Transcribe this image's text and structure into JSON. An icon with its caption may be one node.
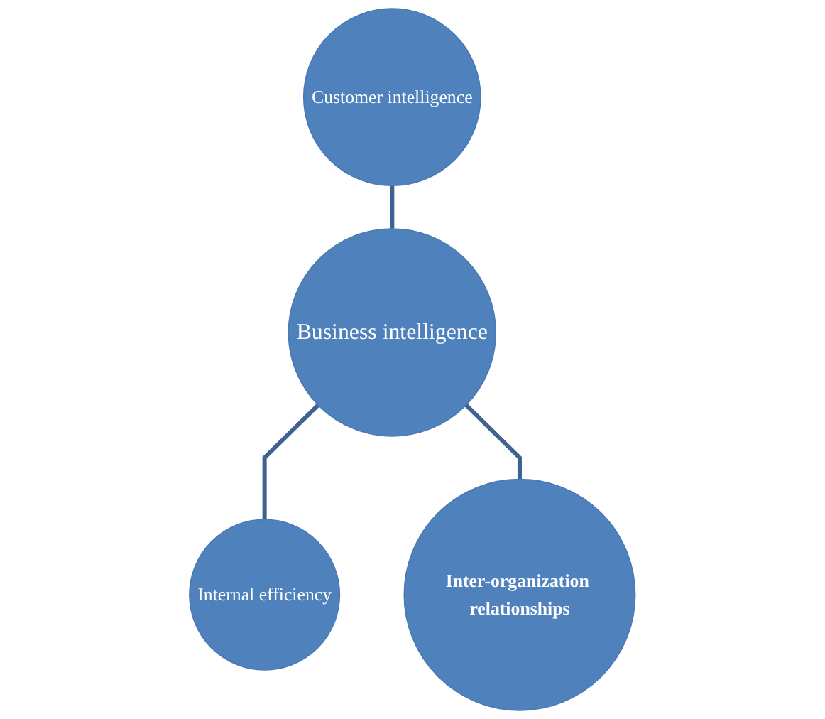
{
  "diagram": {
    "nodes": [
      {
        "text": [
          "Customer intelligence"
        ]
      },
      {
        "text": [
          "Business intelligence"
        ]
      },
      {
        "text": [
          "Internal efficiency"
        ]
      },
      {
        "text": [
          "Inter-organization relationships"
        ]
      }
    ],
    "edges": [
      {
        "from": 0,
        "to": 1,
        "arrow": "none"
      },
      {
        "from": 1,
        "to": 2,
        "arrow": "none"
      },
      {
        "from": 1,
        "to": 3,
        "arrow": "none"
      }
    ]
  }
}
